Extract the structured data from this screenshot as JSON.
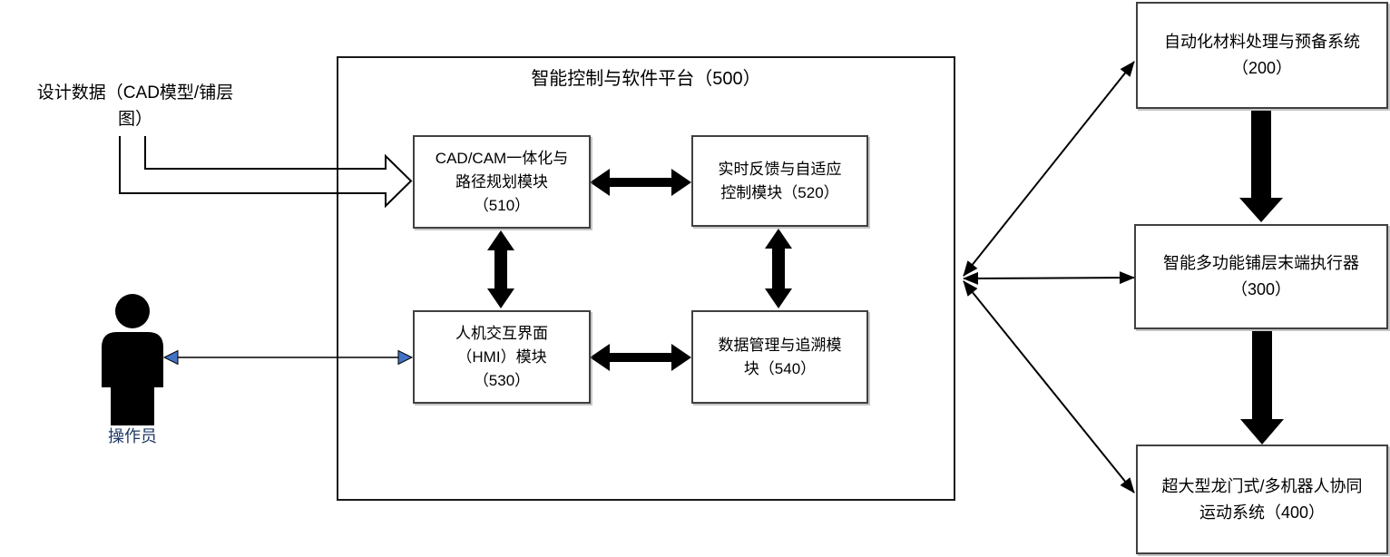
{
  "colors": {
    "line": "#000000",
    "box_border": "#404040",
    "operator_label_color": "#1f3864",
    "blue_arrowhead": "#4472c4"
  },
  "labels": {
    "design_data_line1": "设计数据（CAD模型/铺层",
    "design_data_line2": "图）",
    "operator": "操作员"
  },
  "platform": {
    "title": "智能控制与软件平台（500）",
    "modules": [
      {
        "id": "510",
        "lines": [
          "CAD/CAM一体化与",
          "路径规划模块",
          "（510）"
        ]
      },
      {
        "id": "520",
        "lines": [
          "实时反馈与自适应",
          "控制模块（520）"
        ]
      },
      {
        "id": "530",
        "lines": [
          "人机交互界面",
          "（HMI）模块",
          "（530）"
        ]
      },
      {
        "id": "540",
        "lines": [
          "数据管理与追溯模",
          "块（540）"
        ]
      }
    ]
  },
  "external_systems": [
    {
      "id": "200",
      "lines": [
        "自动化材料处理与预备系统",
        "（200）"
      ]
    },
    {
      "id": "300",
      "lines": [
        "智能多功能铺层末端执行器",
        "（300）"
      ]
    },
    {
      "id": "400",
      "lines": [
        "超大型龙门式/多机器人协同",
        "运动系统（400）"
      ]
    }
  ]
}
